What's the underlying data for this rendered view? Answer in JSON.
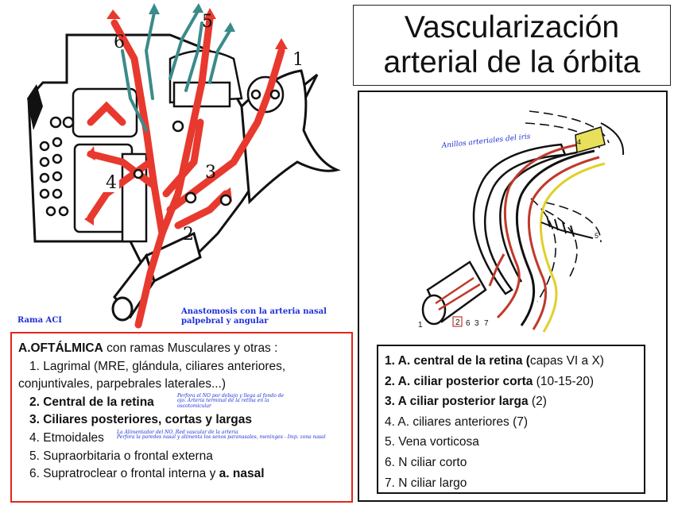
{
  "title": {
    "line1": "Vascularización",
    "line2": "arterial de la órbita"
  },
  "left_drawing": {
    "numbers": [
      "6",
      "5",
      "1",
      "4",
      "3",
      "2"
    ],
    "caption_left": "Rama ACI",
    "caption_right_line1": "Anastomosis con la arteria nasal",
    "caption_right_line2": "palpebral y angular"
  },
  "branches": {
    "heading_bold": "A.OFTÁLMICA",
    "heading_rest": " con ramas Musculares y otras :",
    "item1_line1": "1. Lagrimal (MRE, glándula, ciliares anteriores,",
    "item1_line2": "conjuntivales, parpebrales laterales...)",
    "item2": "2. Central de la retina",
    "item3": "3. Ciliares posteriores, cortas y largas",
    "item4": "4. Etmoidales",
    "item5": "5. Supraorbitaria o frontal externa",
    "item6_prefix": "6. Supratroclear o frontal interna y ",
    "item6_bold": "a. nasal",
    "note2_line1": "Perfora el NO por debajo y llega al fondo de",
    "note2_line2": "ojo. Arteria terminal de la retina en la",
    "note2_line3": "oscotomicular",
    "note4_line1": "La Alimentador del NO, Red vascular de la arteria",
    "note4_line2": "Perfora la paredes nasal y alimenta los senos paranasales, meninges - Imp. zona nasal"
  },
  "right_drawing": {
    "handwritten_label": "Anillos arteriales del iris",
    "labels": [
      "1",
      "2",
      "6",
      "3",
      "7",
      "4",
      "5"
    ]
  },
  "legend": {
    "item1_bold": "1. A. central de la retina (",
    "item1_rest": "capas VI a X)",
    "item2_bold": "2. A. ciliar posterior corta",
    "item2_rest": " (10-15-20)",
    "item3_bold": "3. A ciliar posterior larga",
    "item3_rest": " (2)",
    "item4": "4. A. ciliares anteriores (7)",
    "item5": "5. Vena vorticosa",
    "item6": "6. N ciliar corto",
    "item7": "7. N ciliar largo"
  },
  "colors": {
    "artery": "#e8392e",
    "vein": "#3a8b8a",
    "nerve": "#e0d02a",
    "box_red": "#e1261c",
    "caption_blue": "#1d2fd6"
  }
}
